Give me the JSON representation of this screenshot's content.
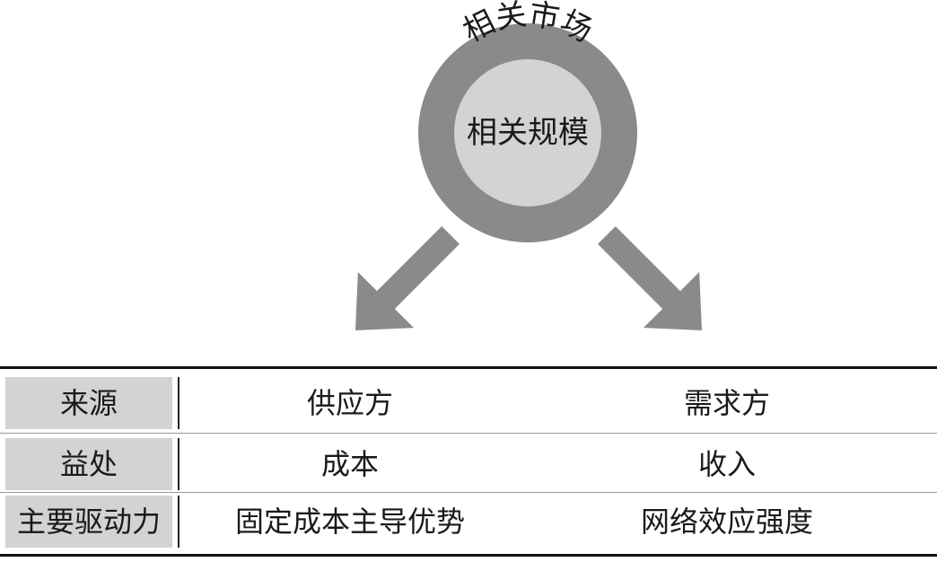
{
  "circle": {
    "outer_label": "相关市场",
    "inner_label": "相关规模",
    "outer_color": "#8a8a8a",
    "inner_color": "#d3d3d3"
  },
  "arrows": {
    "color": "#8a8a8a",
    "directions": [
      "down-left",
      "down-right"
    ]
  },
  "table": {
    "header_bg": "#d3d3d3",
    "rows": [
      {
        "header": "来源",
        "left": "供应方",
        "right": "需求方"
      },
      {
        "header": "益处",
        "left": "成本",
        "right": "收入"
      },
      {
        "header": "主要驱动力",
        "left": "固定成本主导优势",
        "right": "网络效应强度"
      }
    ]
  }
}
